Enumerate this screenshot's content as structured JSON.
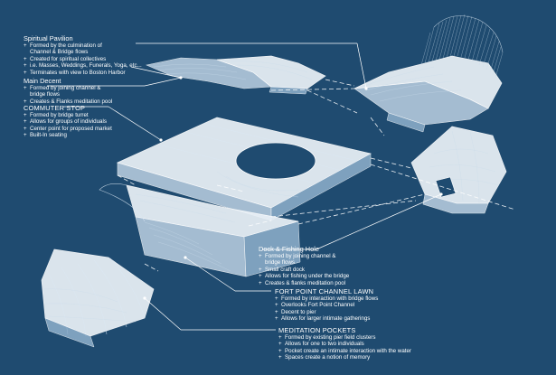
{
  "callouts": {
    "spiritual_pavilion": {
      "title": "Spiritual Pavilion",
      "bullets": [
        "Formed by the culmination of",
        "Channel & Bridge flows",
        "Created for spiritual collectives",
        "i.e. Masses, Weddings, Funerals, Yoga, etc...",
        "Terminates with view to Boston Harbor"
      ]
    },
    "main_decent": {
      "title": "Main Decent",
      "bullets": [
        "Formed by joining channel &",
        "bridge flows",
        "Creates & Flanks meditation pool"
      ]
    },
    "commuter_stop": {
      "title": "COMMUTER STOP",
      "bullets": [
        "Formed by bridge turret",
        "Allows for groups of individuals",
        "Center point for proposed market",
        "Built-In seating"
      ]
    },
    "dock_fishing_hole": {
      "title": "Dock & Fishing Hole",
      "bullets": [
        "Formed by joining channel &",
        "bridge flows",
        "Small craft dock",
        "Allows for fishing under the bridge",
        "Creates & flanks meditation pool"
      ]
    },
    "fort_point_lawn": {
      "title": "FORT POINT CHANNEL LAWN",
      "bullets": [
        "Formed by interaction with bridge flows",
        "Overlooks Fort Point Channel",
        "Decent to pier",
        "Allows for larger intimate gatherings"
      ]
    },
    "meditation_pockets": {
      "title": "MEDITATION POCKETS",
      "bullets": [
        "Formed by existing pier field clusters",
        "Allows for one to two individuals",
        "Pocket create an intimate interaction with the water",
        "Spaces create a notion of memory"
      ]
    }
  },
  "colors": {
    "background": "#1f4b70",
    "linework": "#ffffff"
  }
}
